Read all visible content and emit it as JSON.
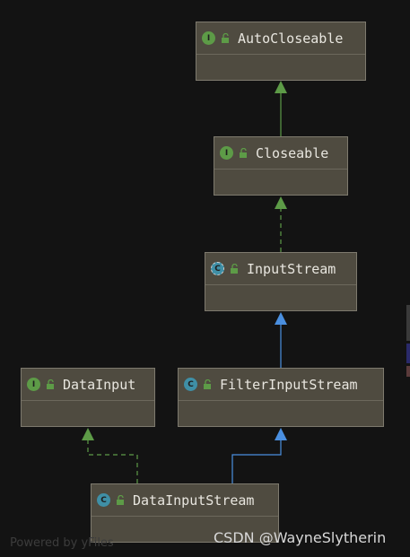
{
  "diagram": {
    "nodes": [
      {
        "id": "autocloseable",
        "label": "AutoCloseable",
        "kind": "interface",
        "icon": "interface-icon"
      },
      {
        "id": "closeable",
        "label": "Closeable",
        "kind": "interface",
        "icon": "interface-icon"
      },
      {
        "id": "inputstream",
        "label": "InputStream",
        "kind": "abstract-class",
        "icon": "abstract-class-icon"
      },
      {
        "id": "datainput",
        "label": "DataInput",
        "kind": "interface",
        "icon": "interface-icon"
      },
      {
        "id": "filterinputstream",
        "label": "FilterInputStream",
        "kind": "class",
        "icon": "class-icon"
      },
      {
        "id": "datainputstream",
        "label": "DataInputStream",
        "kind": "class",
        "icon": "class-icon"
      }
    ],
    "edges": [
      {
        "from": "closeable",
        "to": "autocloseable",
        "type": "extends",
        "color": "#5d9b47"
      },
      {
        "from": "inputstream",
        "to": "closeable",
        "type": "implements",
        "color": "#5d9b47"
      },
      {
        "from": "filterinputstream",
        "to": "inputstream",
        "type": "extends",
        "color": "#4a8fe0"
      },
      {
        "from": "datainputstream",
        "to": "filterinputstream",
        "type": "extends",
        "color": "#4a8fe0"
      },
      {
        "from": "datainputstream",
        "to": "datainput",
        "type": "implements",
        "color": "#5d9b47"
      }
    ],
    "icon_letters": {
      "interface": "I",
      "class": "C",
      "abstract-class": "C"
    },
    "colors": {
      "background": "#131313",
      "node_fill": "#4f4b40",
      "interface_badge": "#5d9b47",
      "class_badge": "#3f8fa6",
      "inherit_edge": "#4a8fe0",
      "implement_edge": "#5d9b47"
    }
  },
  "footer": {
    "watermark": "Powered by yFiles",
    "credit": "CSDN @WayneSlytherin"
  }
}
